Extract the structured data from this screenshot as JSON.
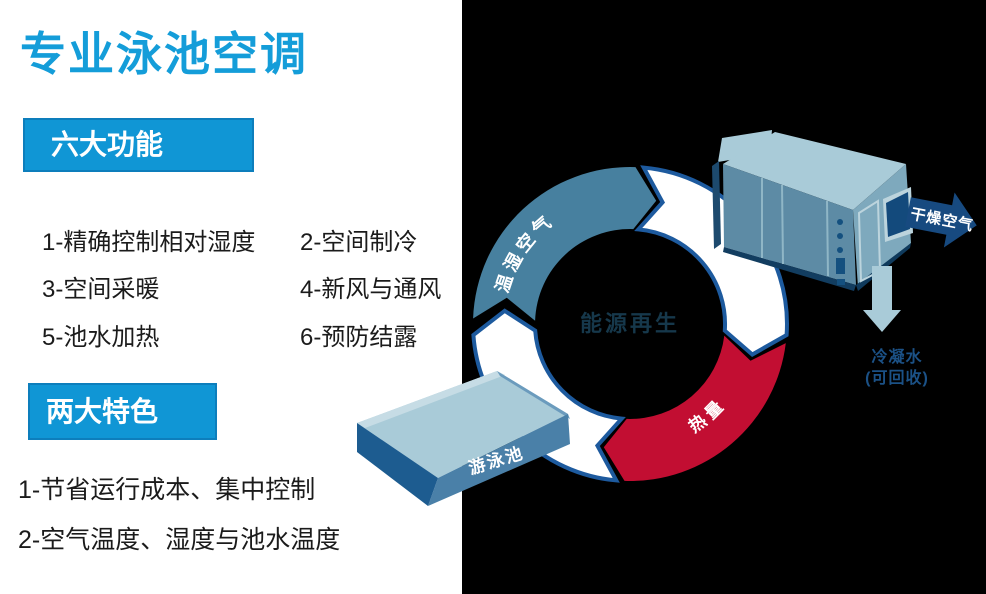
{
  "page": {
    "title": "专业泳池空调"
  },
  "functions": {
    "header": "六大功能",
    "items": [
      "1-精确控制相对湿度",
      "2-空间制冷",
      "3-空间采暖",
      "4-新风与通风",
      "5-池水加热",
      "6-预防结露"
    ]
  },
  "features": {
    "header": "两大特色",
    "items": [
      "1-节省运行成本、集中控制",
      "2-空气温度、湿度与池水温度"
    ]
  },
  "diagram": {
    "center_label": "能源再生",
    "humid_air_label": "温湿空气",
    "heat_label": "热量",
    "pool_label": "游泳池",
    "dry_air_label": "干燥空气",
    "condensate_line1": "冷凝水",
    "condensate_line2": "(可回收)",
    "colors": {
      "panel_bg": "#000000",
      "humid_arc": "#47809f",
      "heat_arc": "#c20e32",
      "white_arc": "#ffffff",
      "arc_outline": "#1d5a9e",
      "center_label_color": "#16384b",
      "dry_air_arrow": "#174a80",
      "condensate_color": "#1b5186",
      "accent_blue": "#149dd9",
      "header_bg": "#1096d5"
    }
  }
}
